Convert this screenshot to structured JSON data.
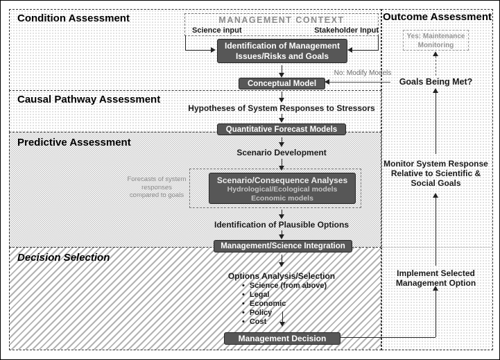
{
  "sections": {
    "condition": {
      "title": "Condition Assessment"
    },
    "causal": {
      "title": "Causal Pathway Assessment"
    },
    "predictive": {
      "title": "Predictive Assessment"
    },
    "decision": {
      "title": "Decision Selection"
    },
    "outcome": {
      "title": "Outcome Assessment"
    }
  },
  "management_context": {
    "title": "MANAGEMENT CONTEXT",
    "science_input": "Science input",
    "stakeholder_input": "Stakeholder Input"
  },
  "nodes": {
    "identification_mgmt": "Identification of Management Issues/Risks and Goals",
    "conceptual_model": "Conceptual Model",
    "hypotheses": "Hypotheses of System Responses to Stressors",
    "quantitative_forecast": "Quantitative Forecast Models",
    "scenario_development": "Scenario Development",
    "scenario_consequence": {
      "title": "Scenario/Consequence Analyses",
      "sub1": "Hydrological/Ecological models",
      "sub2": "Economic models"
    },
    "forecast_note": "Forecasts of system responses compared to goals",
    "plausible_options": "Identification of Plausible Options",
    "mgmt_science_integration": "Management/Science Integration",
    "options_analysis": {
      "title": "Options Analysis/Selection",
      "bullets": [
        "Science (from above)",
        "Legal",
        "Economic",
        "Policy",
        "Cost"
      ]
    },
    "management_decision": "Management Decision"
  },
  "outcome_flow": {
    "yes_label": "Yes: Maintenance Monitoring",
    "goals_met": "Goals Being Met?",
    "no_label": "No: Modify Models",
    "monitor": "Monitor System Response Relative to Scientific & Social Goals",
    "implement": "Implement Selected Management Option"
  },
  "colors": {
    "dark_box": "#575757",
    "dark_box_text": "#ffffff",
    "muted_text": "#8a8a8a",
    "section_border": "#333333"
  }
}
